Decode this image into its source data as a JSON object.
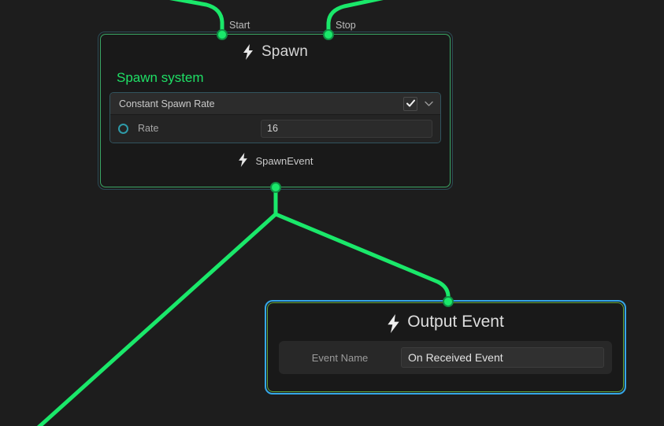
{
  "canvas": {
    "background": "#1d1d1d",
    "accent_green": "#1ae86a",
    "accent_blue": "#35a7e8",
    "system_label_color": "#1fe066",
    "port_color": "#2e9aa8"
  },
  "edge_labels": [
    {
      "name": "start",
      "text": "Start"
    },
    {
      "name": "stop",
      "text": "Stop"
    }
  ],
  "spawn_node": {
    "title": "Spawn",
    "title_icon": "bolt-icon",
    "system_label": "Spawn system",
    "block": {
      "name": "Constant Spawn Rate",
      "enabled": true,
      "checkbox_icon": "checkmark-icon",
      "collapse_icon": "chevron-down-icon",
      "properties": [
        {
          "label": "Rate",
          "value": "16",
          "port_icon": "port-circle-icon"
        }
      ]
    },
    "output_flow": {
      "label": "SpawnEvent",
      "icon": "bolt-icon"
    },
    "input_ports": [
      "Start",
      "Stop"
    ],
    "selected": false
  },
  "output_event_node": {
    "title": "Output Event",
    "title_icon": "bolt-icon",
    "field_label": "Event Name",
    "field_value": "On Received Event",
    "selected": true
  }
}
